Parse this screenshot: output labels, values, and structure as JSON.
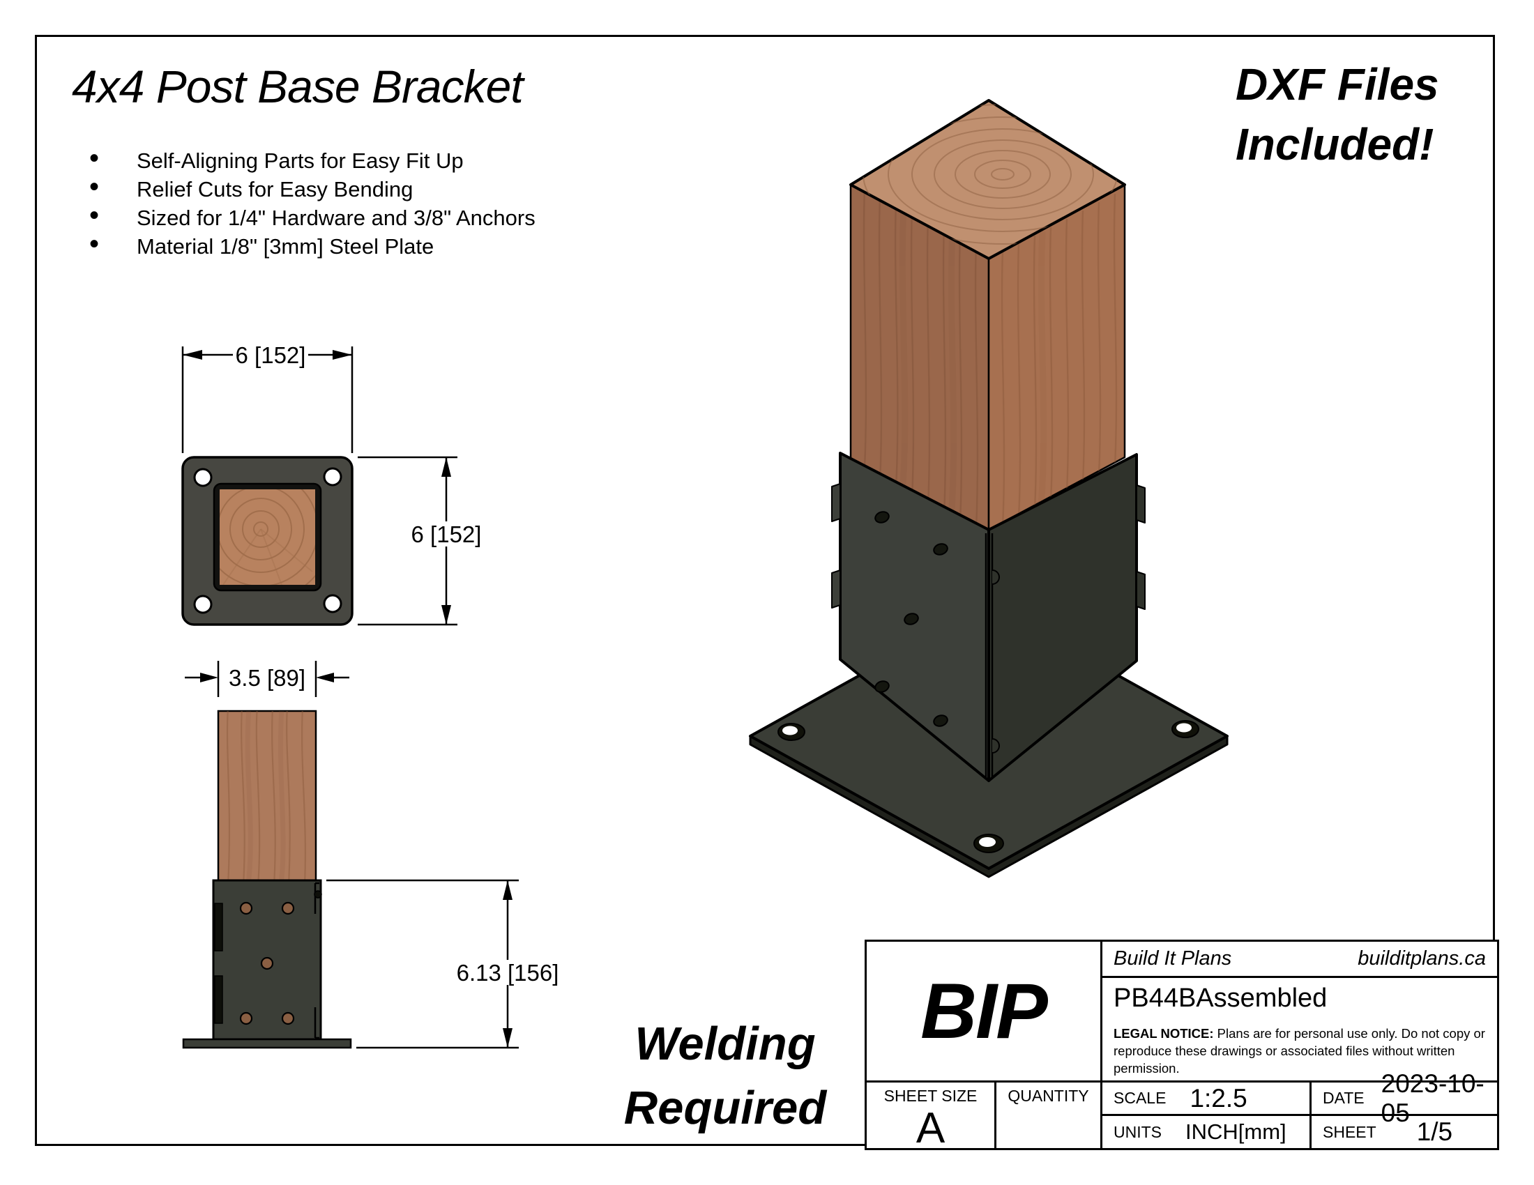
{
  "header": {
    "title": "4x4 Post Base Bracket",
    "bullets": [
      "Self-Aligning Parts for Easy Fit Up",
      "Relief Cuts for Easy Bending",
      "Sized for 1/4\" Hardware and 3/8\" Anchors",
      "Material 1/8\" [3mm] Steel Plate"
    ],
    "dxf_line1": "DXF Files",
    "dxf_line2": "Included!"
  },
  "views": {
    "top": {
      "width_dim": "6 [152]",
      "height_dim": "6 [152]"
    },
    "front": {
      "width_dim": "3.5 [89]",
      "height_dim": "6.13 [156]"
    }
  },
  "notes": {
    "welding_line1": "Welding",
    "welding_line2": "Required"
  },
  "title_block": {
    "logo": "BIP",
    "company": "Build It Plans",
    "website": "builditplans.ca",
    "part_name": "PB44BAssembled",
    "legal_bold": "LEGAL NOTICE:",
    "legal_rest": " Plans are for personal use only. Do not copy or reproduce these drawings or associated files without written permission.",
    "sheet_size_label": "SHEET SIZE",
    "sheet_size_value": "A",
    "quantity_label": "QUANTITY",
    "quantity_value": "",
    "scale_label": "SCALE",
    "scale_value": "1:2.5",
    "date_label": "DATE",
    "date_value": "2023-10-05",
    "units_label": "UNITS",
    "units_value": "INCH[mm]",
    "sheet_label": "SHEET",
    "sheet_value": "1/5"
  },
  "colors": {
    "line": "#000000",
    "steel_dark": "#3b3e37",
    "steel_darker": "#2f322b",
    "steel_plate_2d": "#474741",
    "wood_side": "#9a674b",
    "wood_side_light": "#a77050",
    "wood_top": "#c09070",
    "wood_end_grain_2d": "#b8825f",
    "wood_front_2d": "#ad7a5c"
  }
}
